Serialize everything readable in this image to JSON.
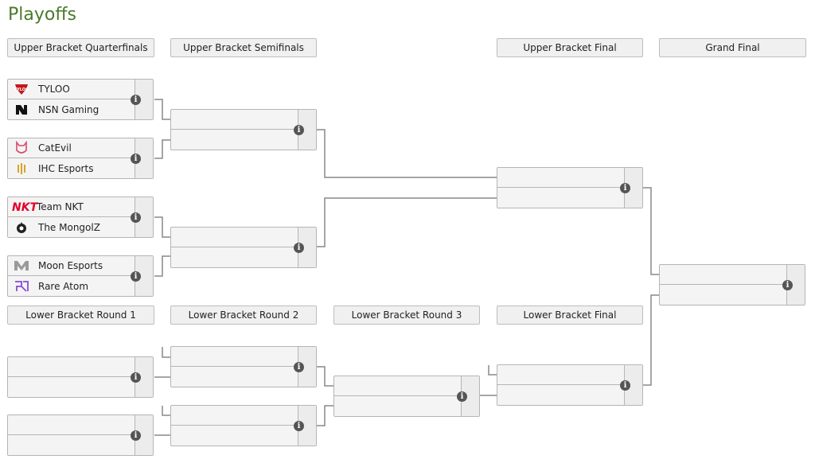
{
  "title": "Playoffs",
  "headers": {
    "ubqf": "Upper Bracket Quarterfinals",
    "ubsf": "Upper Bracket Semifinals",
    "ubf": "Upper Bracket Final",
    "gf": "Grand Final",
    "lbr1": "Lower Bracket Round 1",
    "lbr2": "Lower Bracket Round 2",
    "lbr3": "Lower Bracket Round 3",
    "lbf": "Lower Bracket Final"
  },
  "matches": {
    "ubqf1": {
      "team1": "TYLOO",
      "team2": "NSN Gaming"
    },
    "ubqf2": {
      "team1": "CatEvil",
      "team2": "IHC Esports"
    },
    "ubqf3": {
      "team1": "Team NKT",
      "team2": "The MongolZ"
    },
    "ubqf4": {
      "team1": "Moon Esports",
      "team2": "Rare Atom"
    }
  },
  "info_glyph": "i",
  "logo_text": {
    "nkt": "NKT",
    "tyloo": "TYLOO"
  },
  "icons": {
    "TYLOO": "tyloo-logo-icon",
    "NSN Gaming": "nsn-logo-icon",
    "CatEvil": "catevil-logo-icon",
    "IHC Esports": "ihc-logo-icon",
    "Team NKT": "nkt-logo-icon",
    "The MongolZ": "mongolz-logo-icon",
    "Moon Esports": "moon-logo-icon",
    "Rare Atom": "rare-atom-logo-icon",
    "match-info": "info-icon"
  },
  "colors": {
    "title": "#4b7a2b",
    "connector": "#888888",
    "header_bg": "#f0f0f0"
  }
}
